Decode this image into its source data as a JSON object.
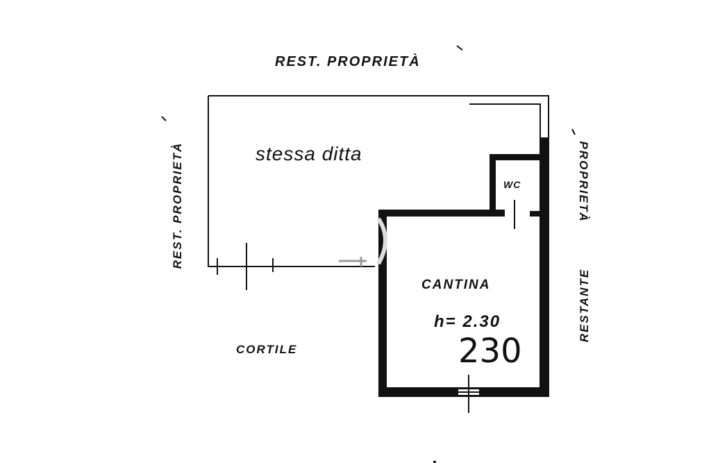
{
  "labels": {
    "top_boundary": "REST. PROPRIETÀ",
    "left_boundary": "REST. PROPRIETÀ",
    "right_boundary_upper": "PROPRIETÀ",
    "right_boundary_lower": "RESTANTE",
    "courtyard": "CORTILE"
  },
  "rooms": {
    "main_area": "stessa ditta",
    "wc": "WC",
    "cellar": "CANTINA",
    "cellar_height": "h= 2.30",
    "cellar_number": "230"
  },
  "colors": {
    "ink": "#111111",
    "paper": "#ffffff"
  }
}
